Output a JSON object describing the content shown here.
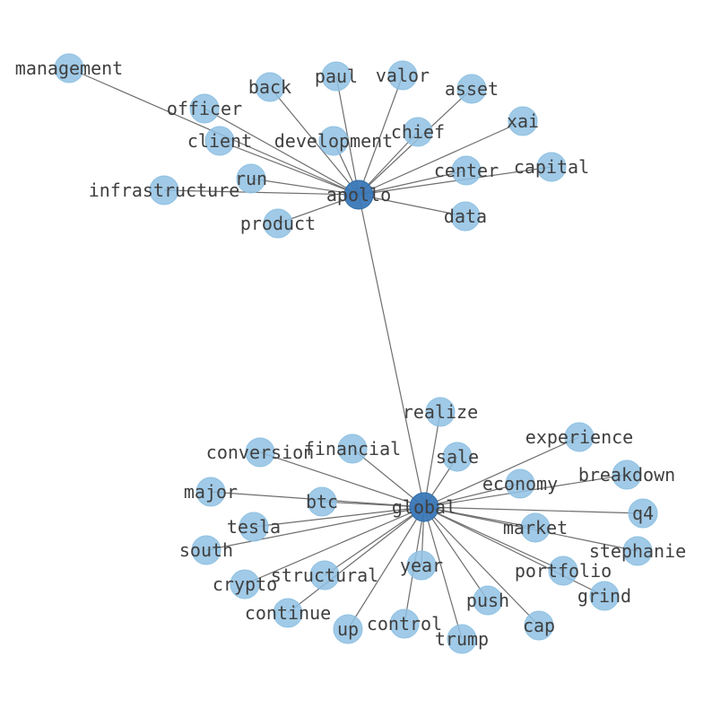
{
  "graph": {
    "leaf_color": "#8fc1e3",
    "hub_color": "#3a78b8",
    "edge_color": "#6e6e6e",
    "nodes": [
      {
        "id": "apollo",
        "hub": true
      },
      {
        "id": "global",
        "hub": true
      },
      {
        "id": "management"
      },
      {
        "id": "officer"
      },
      {
        "id": "back"
      },
      {
        "id": "paul"
      },
      {
        "id": "valor"
      },
      {
        "id": "asset"
      },
      {
        "id": "client"
      },
      {
        "id": "development"
      },
      {
        "id": "chief"
      },
      {
        "id": "xai"
      },
      {
        "id": "run"
      },
      {
        "id": "center"
      },
      {
        "id": "capital"
      },
      {
        "id": "infrastructure"
      },
      {
        "id": "product"
      },
      {
        "id": "data"
      },
      {
        "id": "realize"
      },
      {
        "id": "experience"
      },
      {
        "id": "conversion"
      },
      {
        "id": "financial"
      },
      {
        "id": "sale"
      },
      {
        "id": "breakdown"
      },
      {
        "id": "economy"
      },
      {
        "id": "major"
      },
      {
        "id": "btc"
      },
      {
        "id": "q4"
      },
      {
        "id": "tesla"
      },
      {
        "id": "market"
      },
      {
        "id": "south"
      },
      {
        "id": "stephanie"
      },
      {
        "id": "year"
      },
      {
        "id": "portfolio"
      },
      {
        "id": "crypto"
      },
      {
        "id": "structural"
      },
      {
        "id": "grind"
      },
      {
        "id": "push"
      },
      {
        "id": "continue"
      },
      {
        "id": "control"
      },
      {
        "id": "cap"
      },
      {
        "id": "up"
      },
      {
        "id": "trump"
      }
    ],
    "edges": [
      [
        "apollo",
        "global"
      ],
      [
        "apollo",
        "management"
      ],
      [
        "apollo",
        "officer"
      ],
      [
        "apollo",
        "back"
      ],
      [
        "apollo",
        "paul"
      ],
      [
        "apollo",
        "valor"
      ],
      [
        "apollo",
        "asset"
      ],
      [
        "apollo",
        "client"
      ],
      [
        "apollo",
        "development"
      ],
      [
        "apollo",
        "chief"
      ],
      [
        "apollo",
        "xai"
      ],
      [
        "apollo",
        "run"
      ],
      [
        "apollo",
        "center"
      ],
      [
        "apollo",
        "capital"
      ],
      [
        "apollo",
        "infrastructure"
      ],
      [
        "apollo",
        "product"
      ],
      [
        "apollo",
        "data"
      ],
      [
        "global",
        "realize"
      ],
      [
        "global",
        "experience"
      ],
      [
        "global",
        "conversion"
      ],
      [
        "global",
        "financial"
      ],
      [
        "global",
        "sale"
      ],
      [
        "global",
        "breakdown"
      ],
      [
        "global",
        "economy"
      ],
      [
        "global",
        "major"
      ],
      [
        "global",
        "btc"
      ],
      [
        "global",
        "q4"
      ],
      [
        "global",
        "tesla"
      ],
      [
        "global",
        "market"
      ],
      [
        "global",
        "south"
      ],
      [
        "global",
        "stephanie"
      ],
      [
        "global",
        "year"
      ],
      [
        "global",
        "portfolio"
      ],
      [
        "global",
        "crypto"
      ],
      [
        "global",
        "structural"
      ],
      [
        "global",
        "grind"
      ],
      [
        "global",
        "push"
      ],
      [
        "global",
        "continue"
      ],
      [
        "global",
        "control"
      ],
      [
        "global",
        "cap"
      ],
      [
        "global",
        "up"
      ],
      [
        "global",
        "trump"
      ]
    ]
  }
}
